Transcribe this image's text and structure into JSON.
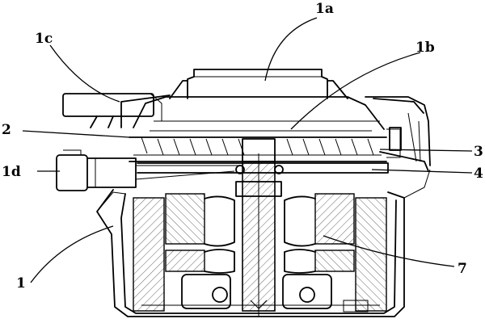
{
  "labels": {
    "l1a": "1a",
    "l1b": "1b",
    "l1c": "1c",
    "l2": "2",
    "l1d": "1d",
    "l1": "1",
    "l3": "3",
    "l4": "4",
    "l7": "7"
  }
}
